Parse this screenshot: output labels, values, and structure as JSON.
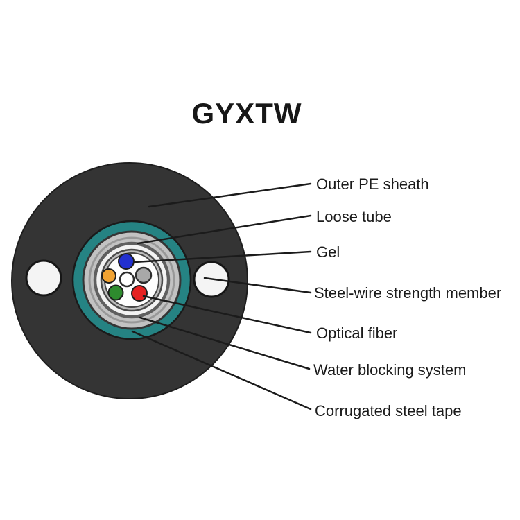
{
  "title": "GYXTW",
  "diagram": {
    "subject": "fiber optic cable cross-section",
    "labels": [
      {
        "text": "Outer PE sheath"
      },
      {
        "text": "Loose tube"
      },
      {
        "text": "Gel"
      },
      {
        "text": "Steel-wire strength member"
      },
      {
        "text": "Optical fiber"
      },
      {
        "text": "Water blocking system"
      },
      {
        "text": "Corrugated steel tape"
      }
    ],
    "colors": {
      "sheath": "#343434",
      "steel_wire_hole": "#f4f4f4",
      "tape_teal": "#258383",
      "ring_gray": "#c2c2c2",
      "tube_white": "#f2f2f2",
      "inner_gray": "#bdbdbd",
      "gel_white": "#fdfdfd",
      "fiber_blue": "#2230cf",
      "fiber_orange": "#f0a232",
      "fiber_green": "#2e8b2e",
      "fiber_red": "#e52121",
      "fiber_gray": "#a8a8a8",
      "fiber_white": "#ffffff",
      "leader_line": "#1b1b1b"
    }
  }
}
